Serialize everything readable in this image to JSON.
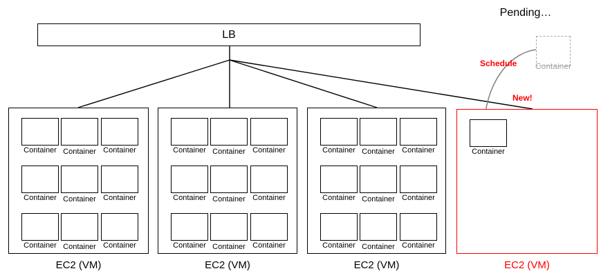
{
  "diagram": {
    "title_visible": false,
    "colors": {
      "stroke": "#000000",
      "accent_red": "#ff0000",
      "pending_gray": "#a6a6a6",
      "arrow_gray": "#808080",
      "background": "#ffffff"
    }
  },
  "load_balancer": {
    "label": "LB"
  },
  "container_label": "Container",
  "vm_caption": "EC2 (VM)",
  "vms": [
    {
      "id": "vm-1",
      "caption": "EC2 (VM)",
      "highlighted": false,
      "container_count": 9,
      "containers": [
        "Container",
        "Container",
        "Container",
        "Container",
        "Container",
        "Container",
        "Container",
        "Container",
        "Container"
      ]
    },
    {
      "id": "vm-2",
      "caption": "EC2 (VM)",
      "highlighted": false,
      "container_count": 9,
      "containers": [
        "Container",
        "Container",
        "Container",
        "Container",
        "Container",
        "Container",
        "Container",
        "Container",
        "Container"
      ]
    },
    {
      "id": "vm-3",
      "caption": "EC2 (VM)",
      "highlighted": false,
      "container_count": 9,
      "containers": [
        "Container",
        "Container",
        "Container",
        "Container",
        "Container",
        "Container",
        "Container",
        "Container",
        "Container"
      ]
    },
    {
      "id": "vm-4",
      "caption": "EC2 (VM)",
      "highlighted": true,
      "container_count": 1,
      "containers": [
        "Container"
      ]
    }
  ],
  "pending": {
    "title": "Pending…",
    "container_label": "Container"
  },
  "annotations": {
    "schedule": "Schedule",
    "new": "New!"
  }
}
